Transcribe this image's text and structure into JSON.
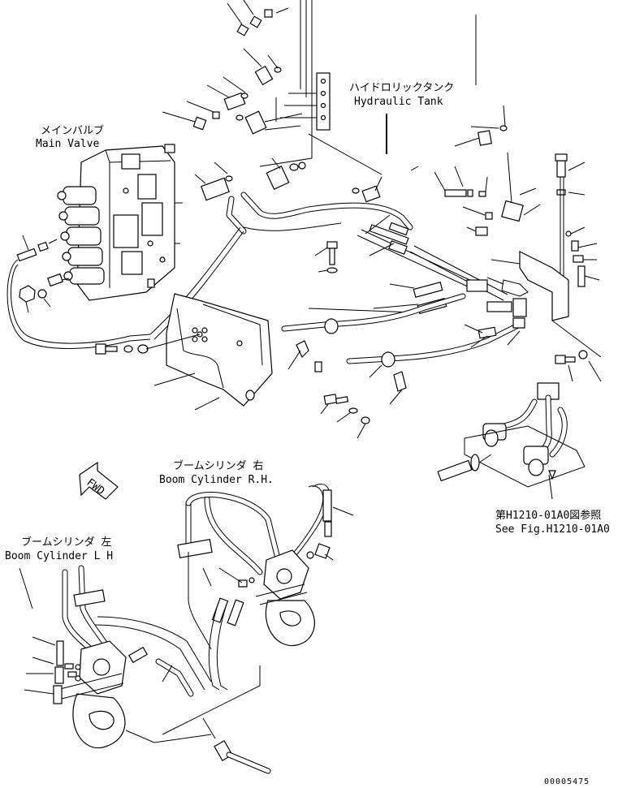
{
  "labels": {
    "main_valve_jp": "メインバルブ",
    "main_valve_en": "Main Valve",
    "hydraulic_tank_jp": "ハイドロリックタンク",
    "hydraulic_tank_en": "Hydraulic Tank",
    "boom_cyl_rh_jp": "ブームシリンダ 右",
    "boom_cyl_rh_en": "Boom Cylinder R.H.",
    "boom_cyl_lh_jp": "ブームシリンダ 左",
    "boom_cyl_lh_en": "Boom Cylinder L H",
    "see_fig_jp": "第H1210-01A0図参照",
    "see_fig_en": "See Fig.H1210-01A0",
    "fwd_arrow": "FWD",
    "drawing_number": "00005475"
  }
}
